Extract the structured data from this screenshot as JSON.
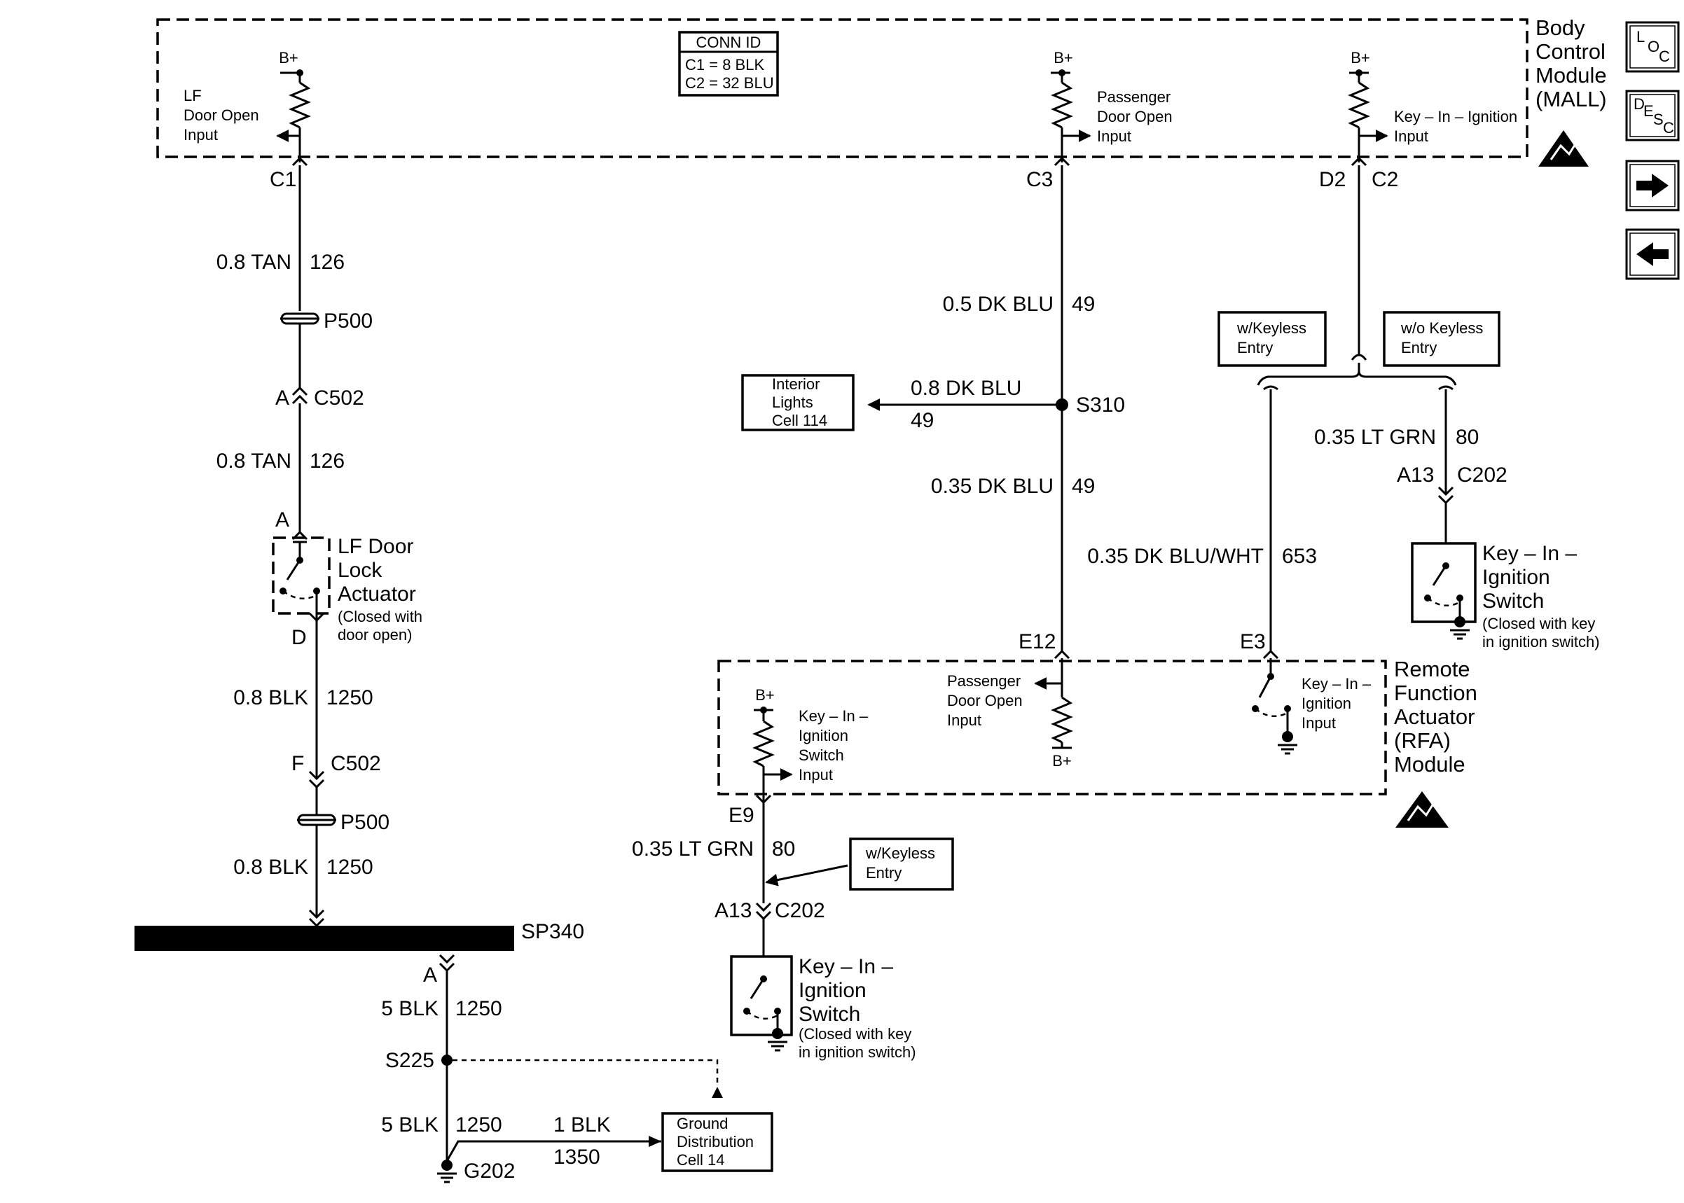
{
  "modules": {
    "bcm": {
      "title_lines": [
        "Body",
        "Control",
        "Module",
        "(MALL)"
      ]
    },
    "rfa": {
      "title_lines": [
        "Remote",
        "Function",
        "Actuator",
        "(RFA)",
        "Module"
      ]
    }
  },
  "conn_id": {
    "header": "CONN ID",
    "line1": "C1 = 8 BLK",
    "line2": "C2 = 32 BLU"
  },
  "bplus": "B+",
  "bcm_inputs": {
    "lf_door": [
      "LF",
      "Door Open",
      "Input"
    ],
    "pass_door": [
      "Passenger",
      "Door Open",
      "Input"
    ],
    "key_in": [
      "Key – In – Ignition",
      "Input"
    ]
  },
  "pins": {
    "c1": "C1",
    "c3": "C3",
    "d2": "D2",
    "c2": "C2",
    "a_c502_top": "A",
    "a_lock": "A",
    "d_lock": "D",
    "f_c502": "F",
    "a_sp340": "A",
    "e12": "E12",
    "e3": "E3",
    "e9": "E9",
    "a13_left": "A13",
    "a13_right": "A13"
  },
  "connectors": {
    "c502_top": "C502",
    "c502_bottom": "C502",
    "p500_top": "P500",
    "p500_bottom": "P500",
    "c202_left": "C202",
    "c202_right": "C202"
  },
  "wires": {
    "tan_1_size": "0.8 TAN",
    "tan_1_num": "126",
    "tan_2_size": "0.8 TAN",
    "tan_2_num": "126",
    "blk_1_size": "0.8 BLK",
    "blk_1_num": "1250",
    "blk_2_size": "0.8 BLK",
    "blk_2_num": "1250",
    "blk5_1_size": "5 BLK",
    "blk5_1_num": "1250",
    "blk5_2_size": "5 BLK",
    "blk5_2_num": "1250",
    "blk1_size": "1 BLK",
    "blk1_num": "1350",
    "dkblu05_size": "0.5 DK BLU",
    "dkblu05_num": "49",
    "dkblu08_size": "0.8 DK BLU",
    "dkblu08_num": "49",
    "dkblu035_size": "0.35 DK BLU",
    "dkblu035_num": "49",
    "dkbluwht_size": "0.35 DK BLU/WHT",
    "dkbluwht_num": "653",
    "ltgrn_r_size": "0.35 LT GRN",
    "ltgrn_r_num": "80",
    "ltgrn_l_size": "0.35 LT GRN",
    "ltgrn_l_num": "80"
  },
  "splices": {
    "s310": "S310",
    "s225": "S225",
    "sp340": "SP340",
    "g202": "G202"
  },
  "refs": {
    "interior": [
      "Interior",
      "Lights",
      "Cell 114"
    ],
    "ground_dist": [
      "Ground",
      "Distribution",
      "Cell 14"
    ]
  },
  "options": {
    "with_keyless_1": [
      "w/Keyless",
      "Entry"
    ],
    "without_keyless": [
      "w/o Keyless",
      "Entry"
    ],
    "with_keyless_2": [
      "w/Keyless",
      "Entry"
    ]
  },
  "components": {
    "lf_lock": {
      "name": [
        "LF Door",
        "Lock",
        "Actuator"
      ],
      "note": [
        "(Closed with",
        "door open)"
      ]
    },
    "keyin_right": {
      "name": [
        "Key – In –",
        "Ignition",
        "Switch"
      ],
      "note": [
        "(Closed with key",
        "in ignition switch)"
      ]
    },
    "keyin_bottom": {
      "name": [
        "Key – In –",
        "Ignition",
        "Switch"
      ],
      "note": [
        "(Closed with key",
        "in ignition switch)"
      ]
    }
  },
  "rfa_inputs": {
    "key_in_switch": [
      "Key – In –",
      "Ignition",
      "Switch",
      "Input"
    ],
    "pass_door": [
      "Passenger",
      "Door Open",
      "Input"
    ],
    "key_in": [
      "Key – In –",
      "Ignition",
      "Input"
    ]
  },
  "nav": {
    "loc": [
      "L",
      "O",
      "C"
    ],
    "desc": [
      "D",
      "E",
      "S",
      "C"
    ]
  }
}
